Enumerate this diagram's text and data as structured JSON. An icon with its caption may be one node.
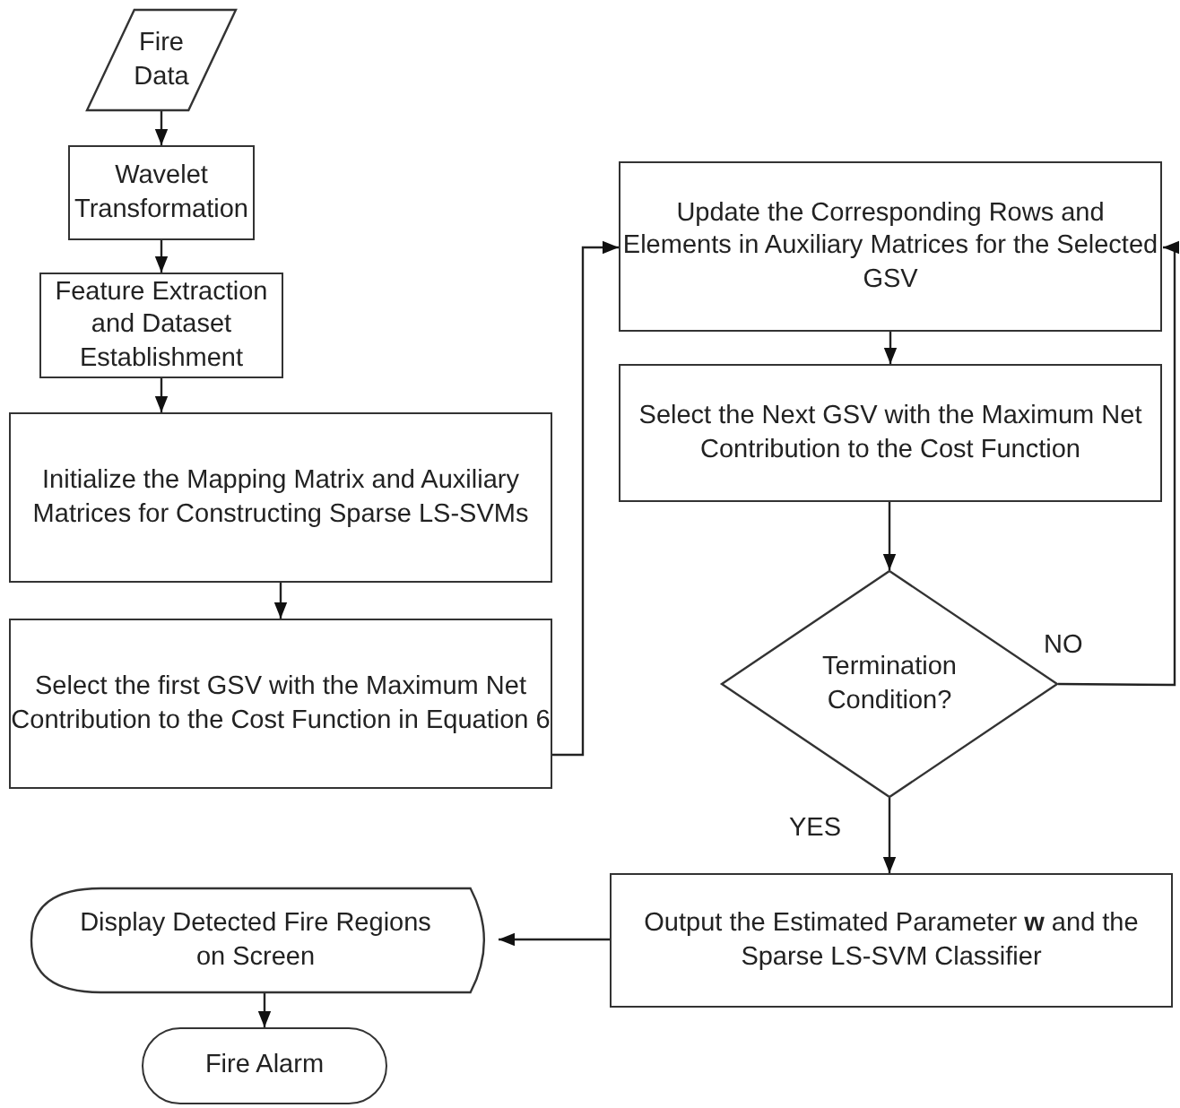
{
  "diagram": {
    "nodes": [
      {
        "text": [
          "Fire Data"
        ]
      },
      {
        "text": [
          "Wavelet Transformation"
        ]
      },
      {
        "text": [
          "Feature Extraction and Dataset Establishment"
        ]
      },
      {
        "text": [
          "Initialize the Mapping Matrix and Auxiliary Matrices for Constructing Sparse LS-SVMs"
        ]
      },
      {
        "text": [
          "Select the first GSV with the Maximum Net Contribution to the Cost Function in Equation 6"
        ]
      },
      {
        "text": [
          "Update the Corresponding Rows and Elements in Auxiliary Matrices for the Selected GSV"
        ]
      },
      {
        "text": [
          "Select the Next GSV with the Maximum Net Contribution to the Cost Function"
        ]
      },
      {
        "text": [
          "Termination Condition?"
        ]
      },
      {
        "text": [
          "Output the Estimated Parameter **w** and the Sparse LS-SVM Classifier"
        ]
      },
      {
        "text": [
          "Display Detected Fire Regions on Screen"
        ]
      },
      {
        "text": [
          "Fire Alarm"
        ]
      }
    ],
    "edges": [
      {
        "from": 0,
        "to": 1,
        "arrow": "to"
      },
      {
        "from": 1,
        "to": 2,
        "arrow": "to"
      },
      {
        "from": 2,
        "to": 3,
        "arrow": "to"
      },
      {
        "from": 3,
        "to": 4,
        "arrow": "to"
      },
      {
        "from": 4,
        "to": 5,
        "arrow": "to"
      },
      {
        "from": 5,
        "to": 6,
        "arrow": "to"
      },
      {
        "from": 6,
        "to": 7,
        "arrow": "to"
      },
      {
        "from": 7,
        "to": 5,
        "arrow": "to",
        "label": "NO"
      },
      {
        "from": 7,
        "to": 8,
        "arrow": "to",
        "label": "YES"
      },
      {
        "from": 8,
        "to": 9,
        "arrow": "to"
      },
      {
        "from": 9,
        "to": 10,
        "arrow": "to"
      }
    ]
  }
}
